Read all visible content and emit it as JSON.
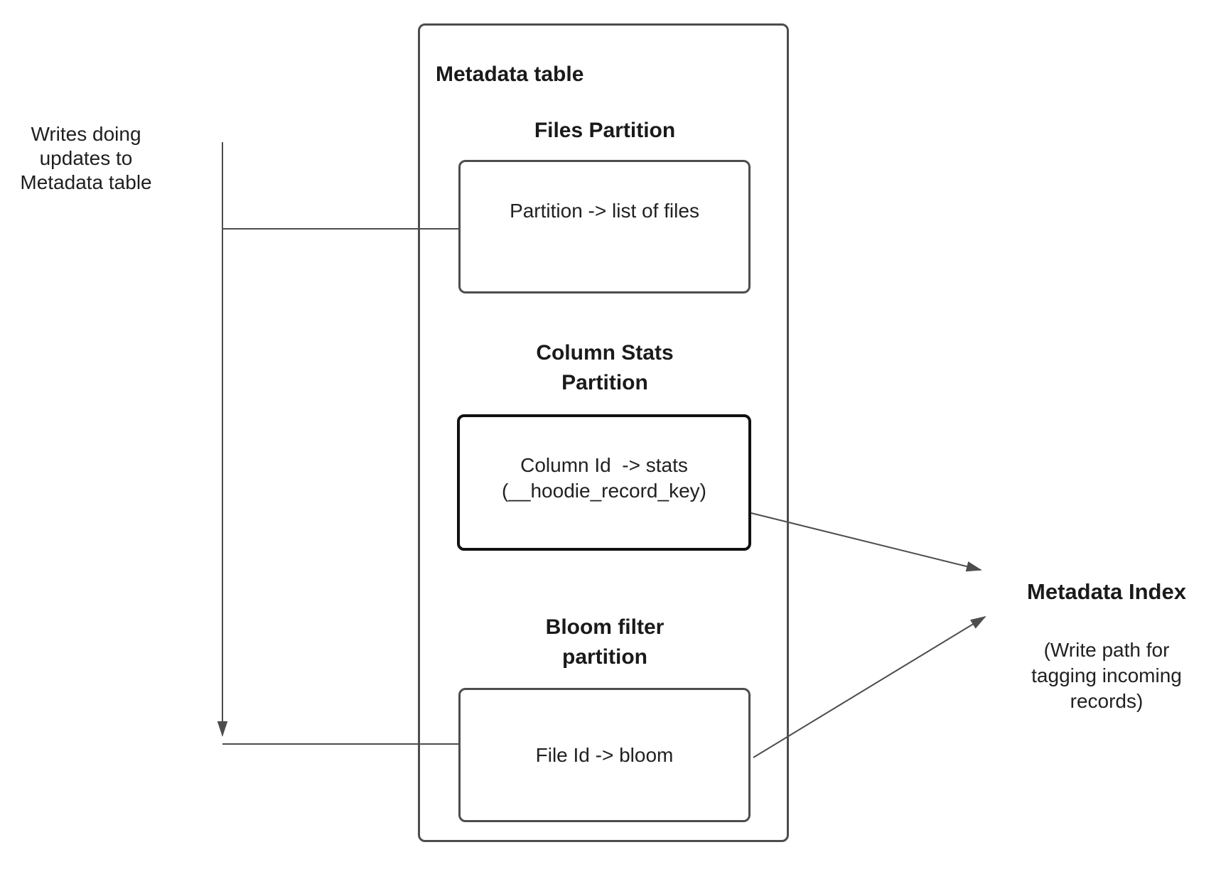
{
  "left_label": "Writes doing\nupdates to\nMetadata table",
  "metadata_table": {
    "title": "Metadata table",
    "files_partition": {
      "heading": "Files Partition",
      "box_text": "Partition -> list of files"
    },
    "column_stats_partition": {
      "heading": "Column Stats\nPartition",
      "box_text": "Column Id  -> stats\n(__hoodie_record_key)"
    },
    "bloom_filter_partition": {
      "heading": "Bloom filter\npartition",
      "box_text": "File Id -> bloom"
    }
  },
  "metadata_index": {
    "title": "Metadata Index",
    "subtitle": "(Write path for\ntagging incoming\nrecords)"
  },
  "colors": {
    "connector_line": "#4d4d4d",
    "box_border": "#4d4d4d",
    "stats_box_border": "#111111",
    "text": "#1f1f1f",
    "background": "#ffffff"
  }
}
